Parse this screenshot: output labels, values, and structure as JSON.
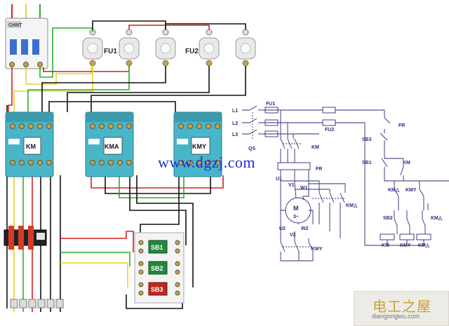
{
  "watermark": "www.dgzj.com",
  "logo": {
    "name": "电工之屋",
    "url": "diangongwu.com"
  },
  "left_panel": {
    "fuse_groups": [
      "FU1",
      "FU2"
    ],
    "contactors": [
      "KM",
      "KMA",
      "KMY"
    ],
    "breaker_brand": "CHNT",
    "buttons": [
      {
        "label": "SB1",
        "color": "#1f8a3a"
      },
      {
        "label": "SB2",
        "color": "#1f8a3a"
      },
      {
        "label": "SB3",
        "color": "#c0271d"
      }
    ]
  },
  "schematic": {
    "lines": [
      "L1",
      "L2",
      "L3"
    ],
    "switch": "QS",
    "fuses": [
      "FU1",
      "FU2"
    ],
    "main_contactor": "KM",
    "relay": "FR",
    "delta_contactor": "KM△",
    "star_contactor": "KMY",
    "motor": {
      "symbol": "M",
      "sub": "3~"
    },
    "terminals": [
      "U1",
      "V1",
      "W1",
      "U2",
      "V2",
      "W2"
    ],
    "control": {
      "fr_contact": "FR",
      "stop_button": "SB3",
      "start_button": "SB1",
      "switch_button": "SB2",
      "contacts": [
        "KM",
        "KM△",
        "KMY",
        "KM△"
      ],
      "coils": [
        "KM",
        "KMY",
        "KM△"
      ]
    }
  },
  "colors": {
    "wire_red": "#d42020",
    "wire_green": "#27b027",
    "wire_yellow": "#e8d12a",
    "wire_black": "#111111",
    "contactor": "#48b6c8"
  }
}
